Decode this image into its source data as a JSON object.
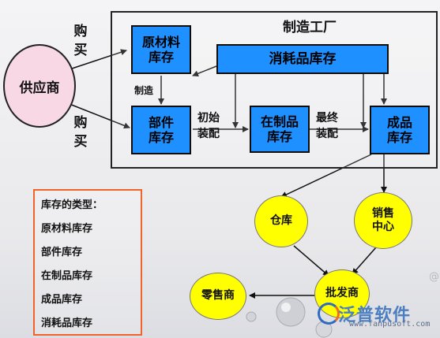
{
  "factory": {
    "title": "制造工厂"
  },
  "nodes": {
    "supplier": "供应商",
    "raw_material": [
      "原材料",
      "库存"
    ],
    "consumables": "消耗品库存",
    "parts": [
      "部件",
      "库存"
    ],
    "wip": [
      "在制品",
      "库存"
    ],
    "finished": [
      "成品",
      "库存"
    ],
    "warehouse": "仓库",
    "sales_center": [
      "销售",
      "中心"
    ],
    "wholesaler": "批发商",
    "retailer": "零售商"
  },
  "labels": {
    "buy_top": [
      "购",
      "买"
    ],
    "buy_bottom": [
      "购",
      "买"
    ],
    "manufacture": "制造",
    "initial_assembly": [
      "初始",
      "装配"
    ],
    "final_assembly": [
      "最终",
      "装配"
    ]
  },
  "legend": {
    "title": "库存的类型：",
    "items": [
      "原材料库存",
      "部件库存",
      "在制品库存",
      "成品库存",
      "消耗品库存"
    ]
  },
  "branding": {
    "name": "泛普软件",
    "url": "www.fanpusoft.com"
  },
  "colors": {
    "box_fill": "#1e90ff",
    "circle_fill": "#ffff00",
    "supplier_fill": "#f8d8e4",
    "legend_border": "#f0642a"
  }
}
